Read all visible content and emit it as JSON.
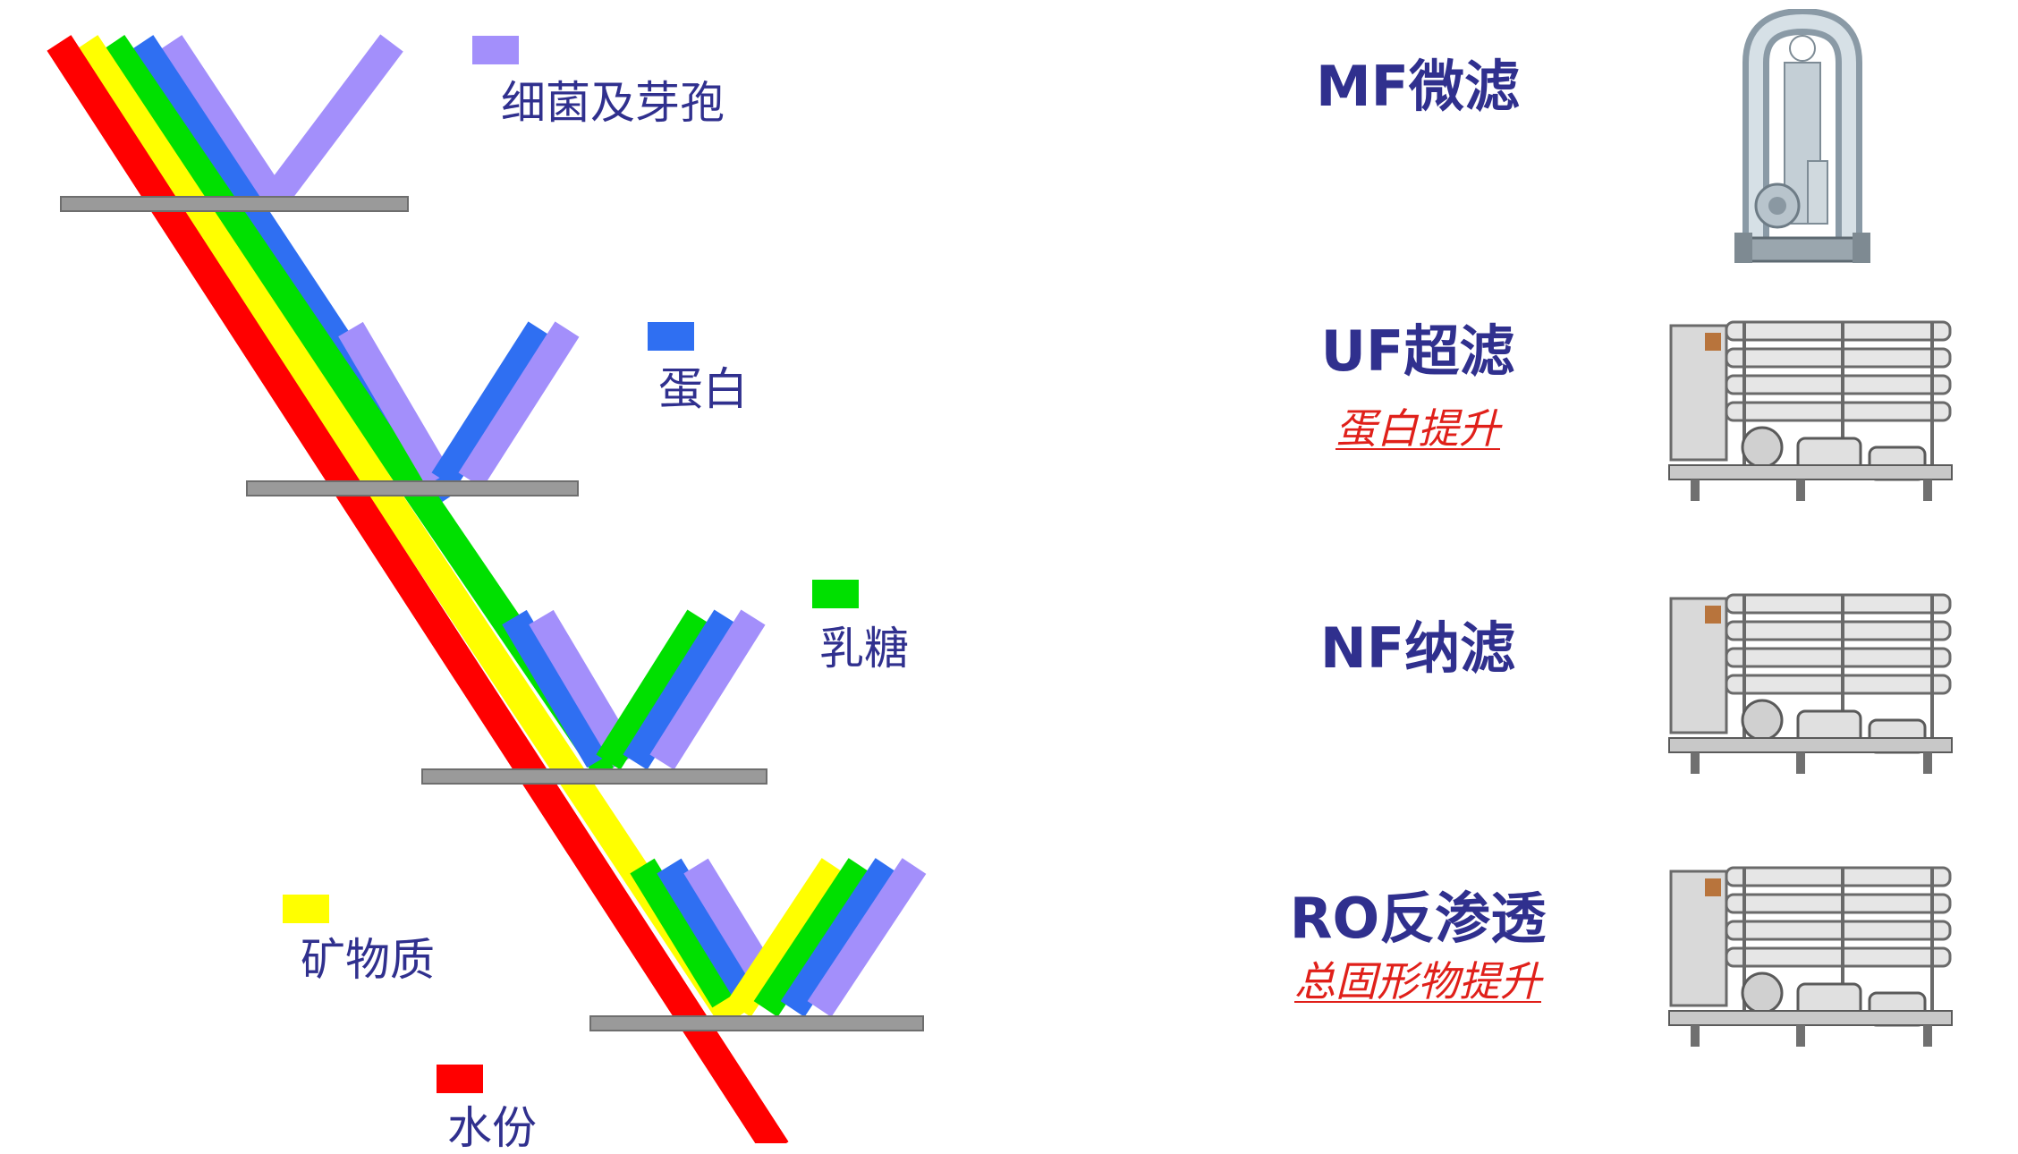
{
  "colors": {
    "water": "#ff0000",
    "minerals": "#ffff00",
    "lactose": "#00e000",
    "protein": "#2f6ff2",
    "bacteria_spores": "#a38ffb",
    "membrane": "#9a9a9a",
    "label_text": "#30308e",
    "highlight_text": "#e0201a"
  },
  "legend": {
    "bacteria_spores": "细菌及芽孢",
    "protein": "蛋白",
    "lactose": "乳糖",
    "minerals": "矿物质",
    "water": "水份"
  },
  "stages": [
    {
      "title": "MF微滤",
      "subtitle": "",
      "equipment_icon": "tubular-mf-unit-icon"
    },
    {
      "title": "UF超滤",
      "subtitle": "蛋白提升",
      "equipment_icon": "membrane-skid-icon"
    },
    {
      "title": "NF纳滤",
      "subtitle": "",
      "equipment_icon": "membrane-skid-icon"
    },
    {
      "title": "RO反渗透",
      "subtitle": "总固形物提升",
      "equipment_icon": "membrane-skid-icon"
    }
  ]
}
